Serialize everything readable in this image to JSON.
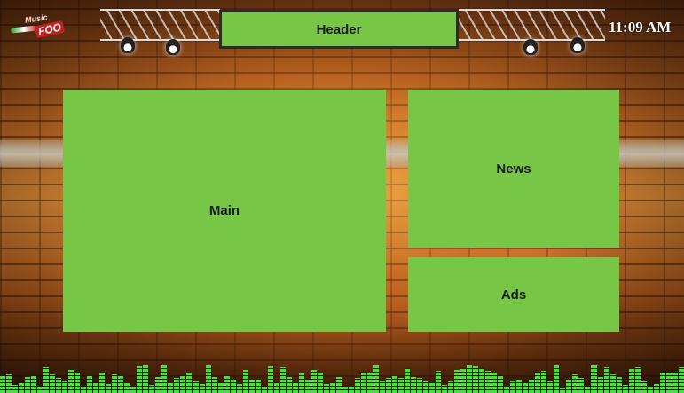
{
  "header": {
    "label": "Header"
  },
  "clock": {
    "time": "11:09 AM"
  },
  "logo": {
    "line1": "Music",
    "line2": "FOO"
  },
  "zones": {
    "main": "Main",
    "news": "News",
    "ads": "Ads"
  },
  "colors": {
    "zone_fill": "#77c645",
    "header_border": "#2b2b2b",
    "equalizer": "#3ee63e"
  },
  "icons": [
    "stage-truss-icon",
    "spotlight-icon",
    "equalizer-bars-icon"
  ]
}
